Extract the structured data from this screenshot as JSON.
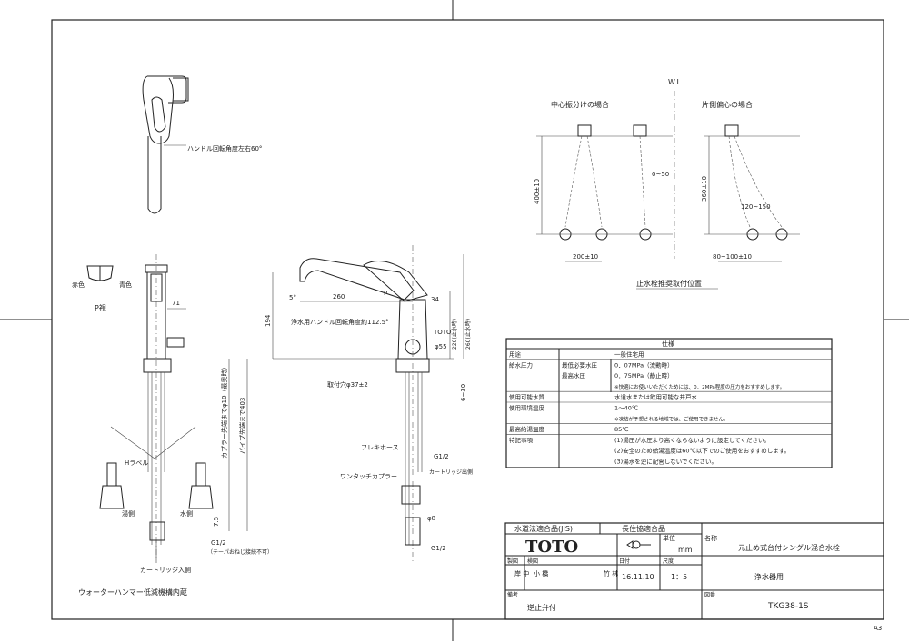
{
  "drawing": {
    "sheet_size": "A3",
    "labels": {
      "handle_angle": "ハンドル回転角度左右60°",
      "red": "赤色",
      "blue": "青色",
      "p_view": "P視",
      "dim_71": "71",
      "h_label": "Hラベル",
      "hot_side": "湯側",
      "cold_side": "水側",
      "coupler_len": "カプラー先端までφ10（最奥時）",
      "pipe_len": "パイプ先端まで403",
      "g12_left": "G1/2",
      "taper_note": "（テーパおねじ接続不可）",
      "cartridge_in": "カートリッジ入側",
      "dim_75": "7.5",
      "water_hammer": "ウォーターハンマー低減機構内蔵",
      "angle_5": "5°",
      "dim_260": "260",
      "p_arrow": "P",
      "dim_194": "194",
      "purifier_angle": "浄水用ハンドル回転角度約112.5°",
      "dim_34": "34",
      "toto": "TOTO",
      "dim_220": "220(止水時)",
      "dim_260b": "260(止水時)",
      "dim_55": "φ55",
      "mount_hole": "取付穴φ37±2",
      "dim_630": "6~30",
      "flex_hose": "フレキホース",
      "g12_mid": "G1/2",
      "cartridge_out": "カートリッジ出側",
      "one_touch": "ワンタッチカプラー",
      "dim_8": "φ8",
      "g12_bottom": "G1/2",
      "wl": "W.L",
      "center_split": "中心振分けの場合",
      "one_side": "片側偏心の場合",
      "dim_400": "400±10",
      "dim_050": "0~50",
      "dim_200": "200±10",
      "dim_360": "360±10",
      "dim_120150": "120~150",
      "dim_80100": "80~100±10",
      "valve_position": "止水栓推奨取付位置"
    },
    "spec_table": {
      "title": "仕様",
      "rows": [
        {
          "k1": "用途",
          "k2": "",
          "v": "一般住宅用"
        },
        {
          "k1": "給水圧力",
          "k2": "最低必要水圧",
          "v": "0．07MPa（流動時）"
        },
        {
          "k1": "",
          "k2": "最高水圧",
          "v": "0．75MPa（静止時）"
        },
        {
          "k1": "",
          "k2": "",
          "v": "※快適にお使いいただくためには、0．2MPa程度の圧力をおすすめします。"
        },
        {
          "k1": "使用可能水質",
          "k2": "",
          "v": "水道水または飲用可能な井戸水"
        },
        {
          "k1": "使用環境温度",
          "k2": "",
          "v": "1～40℃"
        },
        {
          "k1": "",
          "k2": "",
          "v": "※凍結が予想される地域では、ご使用できません。"
        },
        {
          "k1": "最高給湯温度",
          "k2": "",
          "v": "85℃"
        },
        {
          "k1": "特記事項",
          "k2": "",
          "v": "(1)湯圧が水圧より高くならないように設定してください。"
        },
        {
          "k1": "",
          "k2": "",
          "v": "(2)安全のため給湯温度は60℃以下でのご使用をおすすめします。"
        },
        {
          "k1": "",
          "k2": "",
          "v": "(3)湯水を逆に配管しないでください。"
        }
      ]
    },
    "title_block": {
      "jis": "水道法適合品(JIS)",
      "chozai": "長住協適合品",
      "brand": "TOTO",
      "unit_label": "単位",
      "unit": "mm",
      "name_label": "名称",
      "name": "元止め式台付シングル混合水栓",
      "drawn_label": "製図",
      "checked_label": "検図",
      "drawn_by": "岸\n中",
      "checked_by": "小\n橋",
      "approved_by": "竹\n林",
      "date_label": "日付",
      "date": "16.11.10",
      "scale_label": "尺度",
      "scale": "1：5",
      "sub_name": "浄水器用",
      "note_label": "備考",
      "note": "逆止弁付",
      "drawing_no_label": "図番",
      "drawing_no": "TKG38-1S"
    }
  }
}
